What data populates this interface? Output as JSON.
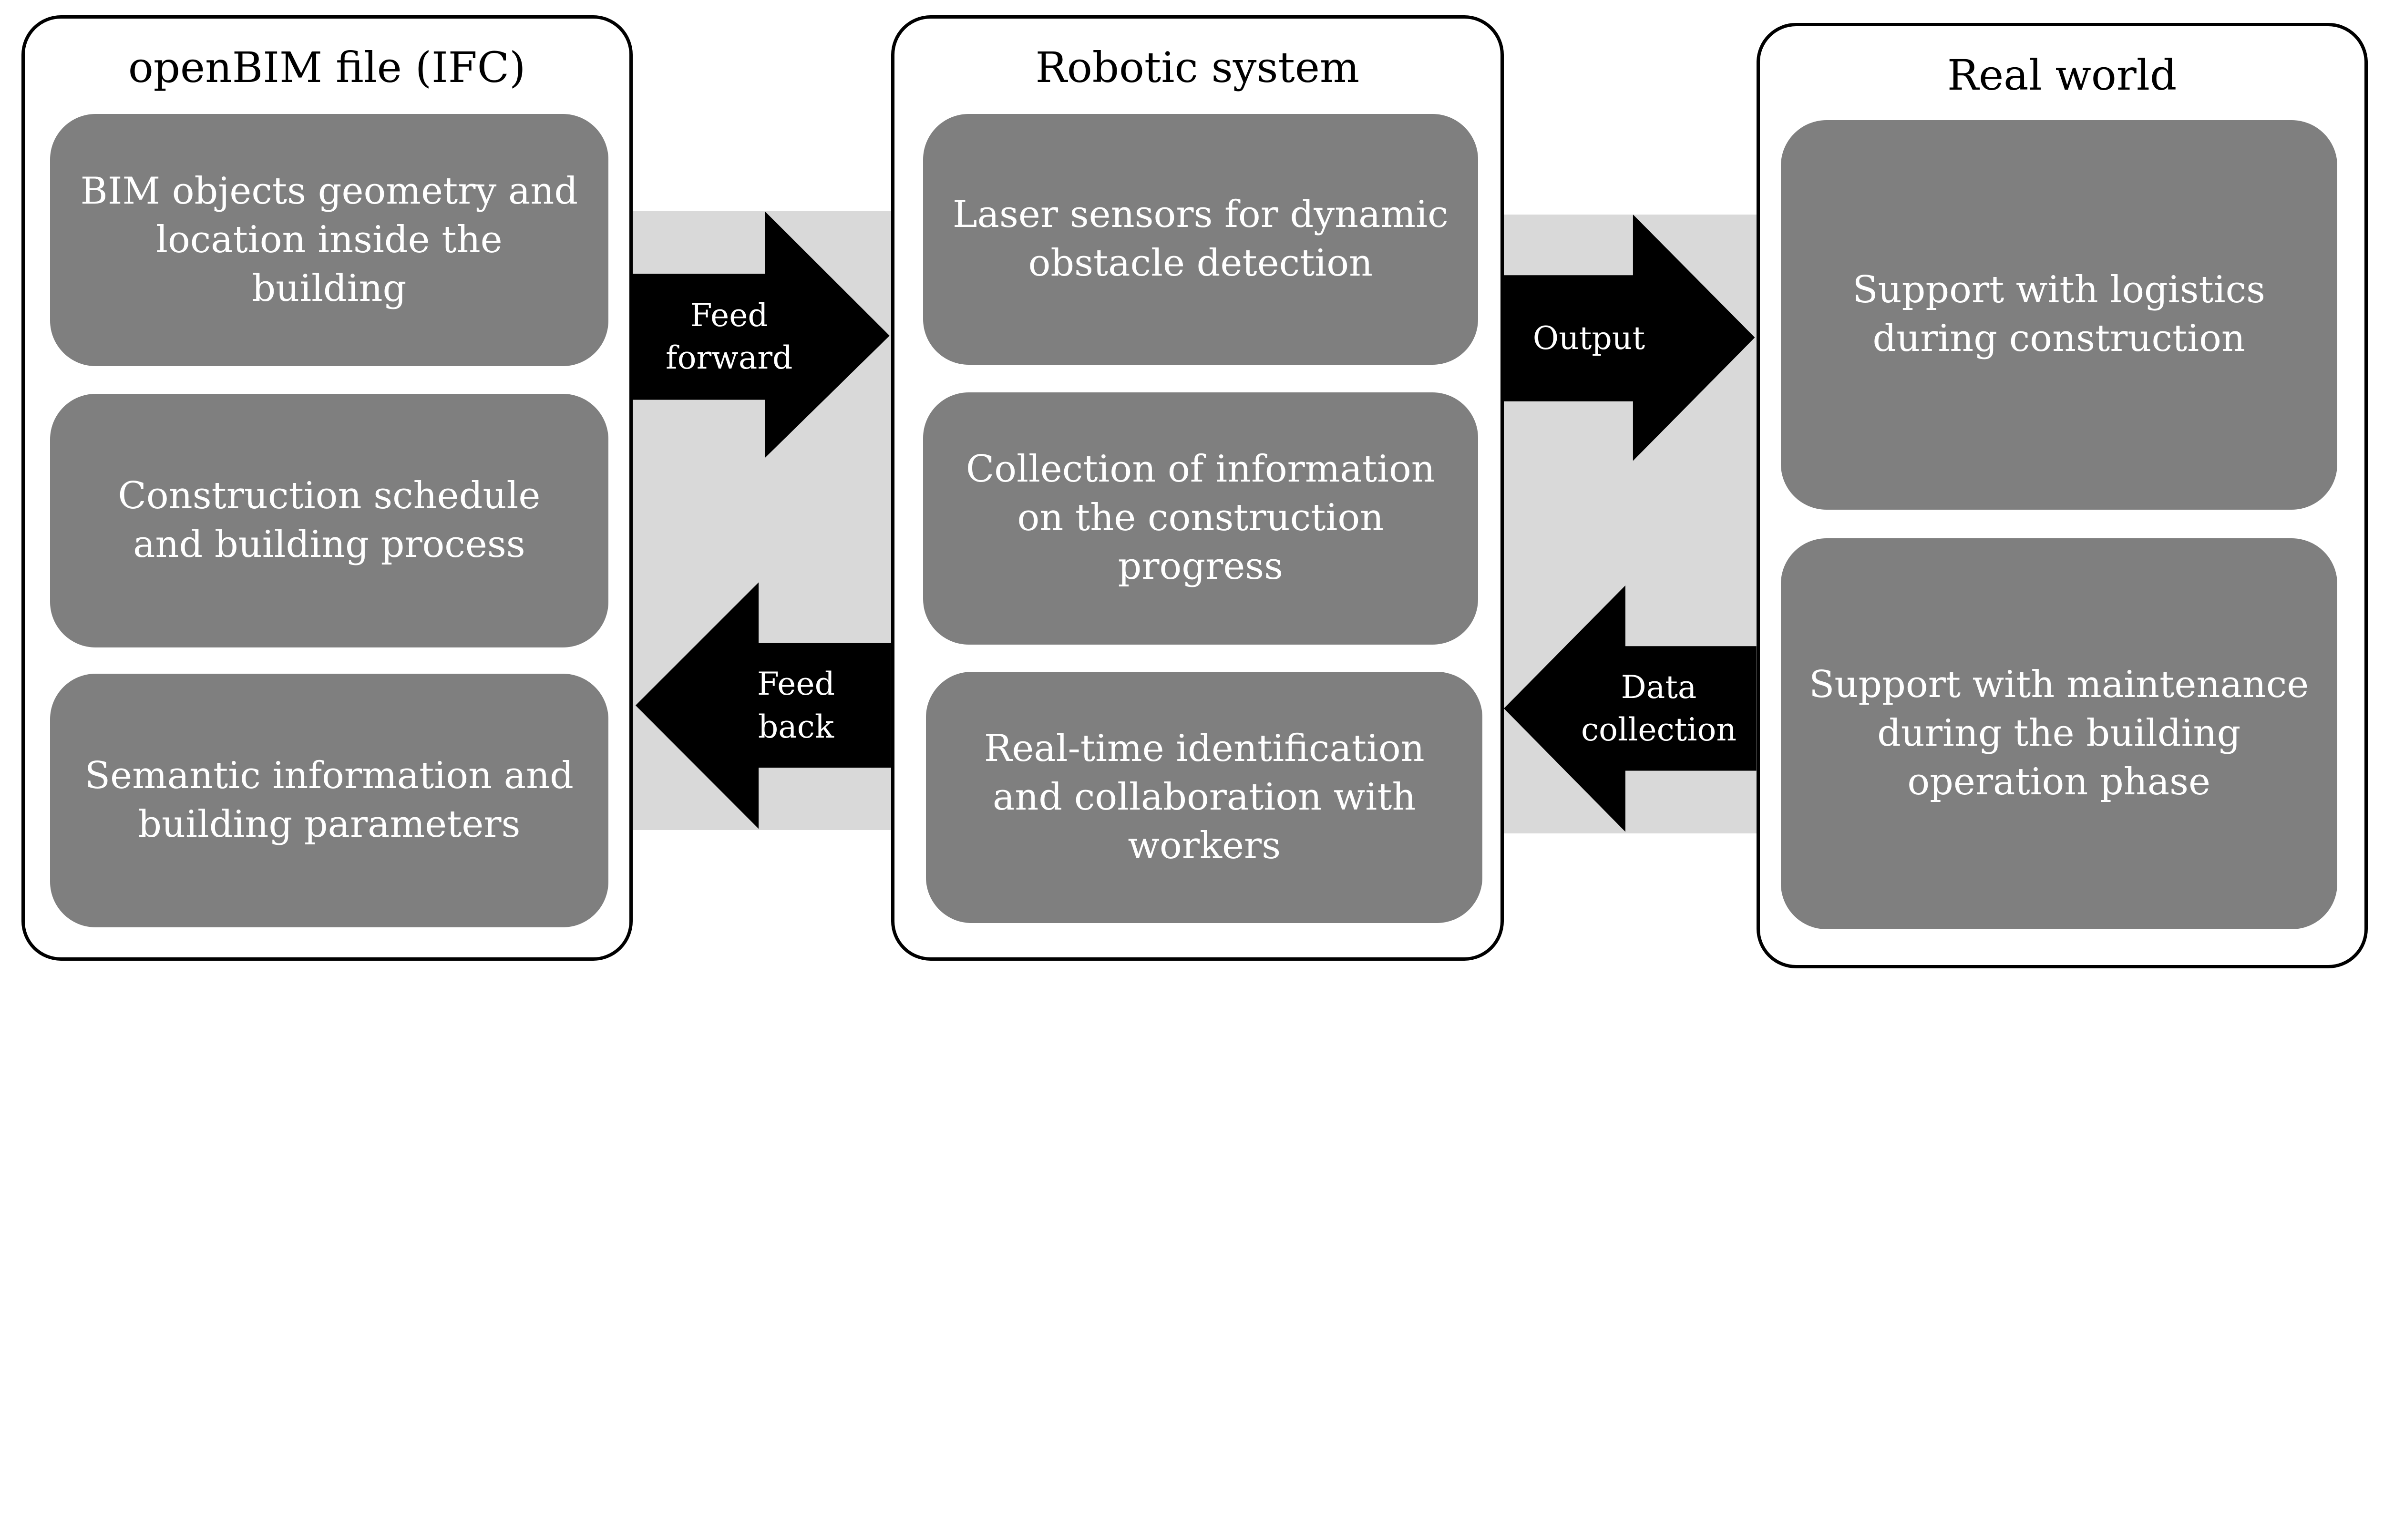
{
  "colors": {
    "box_fill": "#7f7f7f",
    "band_fill": "#d9d9d9",
    "arrow_fill": "#000000",
    "panel_border": "#000000"
  },
  "panels": [
    {
      "title": "openBIM file (IFC)",
      "items": [
        "BIM objects geometry and location inside the building",
        "Construction schedule and building process",
        "Semantic information and building parameters"
      ]
    },
    {
      "title": "Robotic system",
      "items": [
        "Laser sensors for dynamic obstacle detection",
        "Collection of information on the construction progress",
        "Real-time identification and collaboration with workers"
      ]
    },
    {
      "title": "Real world",
      "items": [
        "Support with logistics during construction",
        "Support with maintenance during the building operation phase"
      ]
    }
  ],
  "arrows": [
    {
      "label": "Feed forward",
      "direction": "right",
      "from": "openBIM file (IFC)",
      "to": "Robotic system"
    },
    {
      "label": "Feed back",
      "direction": "left",
      "from": "Robotic system",
      "to": "openBIM file (IFC)"
    },
    {
      "label": "Output",
      "direction": "right",
      "from": "Robotic system",
      "to": "Real world"
    },
    {
      "label": "Data collection",
      "direction": "left",
      "from": "Real world",
      "to": "Robotic system"
    }
  ]
}
